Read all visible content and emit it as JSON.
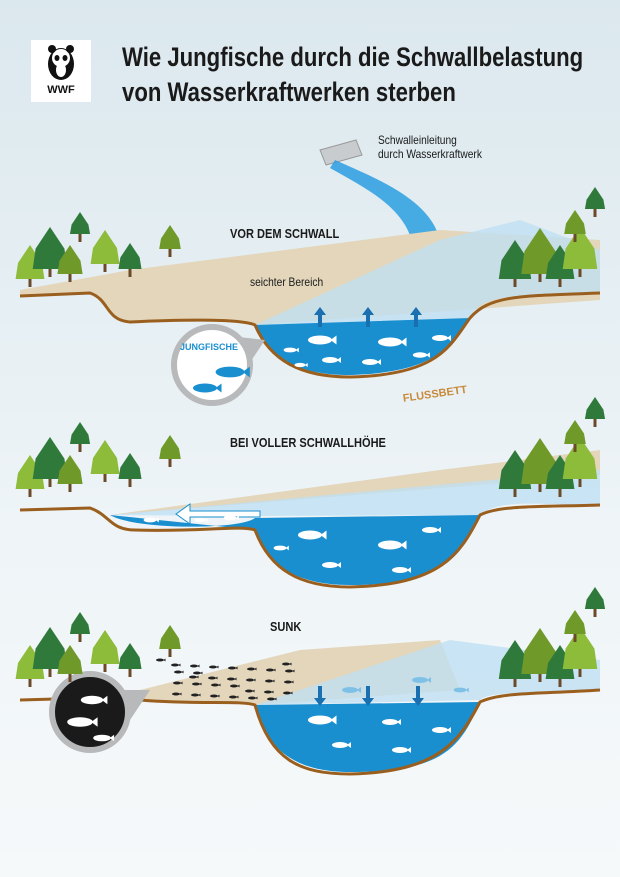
{
  "logo": {
    "text": "WWF"
  },
  "title": {
    "line1": "Wie Jungfische durch die Schwallbelastung",
    "line2": "von Wasserkraftwerken sterben"
  },
  "inflow_label": {
    "line1": "Schwalleinleitung",
    "line2": "durch Wasserkraftwerk"
  },
  "panels": [
    {
      "heading": "VOR DEM SCHWALL",
      "shallow_label": "seichter Bereich",
      "riverbed_label": "FLUSSBETT",
      "callout_label": "JUNGFISCHE"
    },
    {
      "heading": "BEI VOLLER SCHWALLHÖHE"
    },
    {
      "heading": "SUNK"
    }
  ],
  "colors": {
    "water": "#1a8fd0",
    "water_light": "#a9d6ef",
    "sand": "#e3d6bb",
    "bank": "#9a5f1e",
    "tree_dark": "#2f7a3a",
    "tree_light": "#8dbb3a"
  }
}
